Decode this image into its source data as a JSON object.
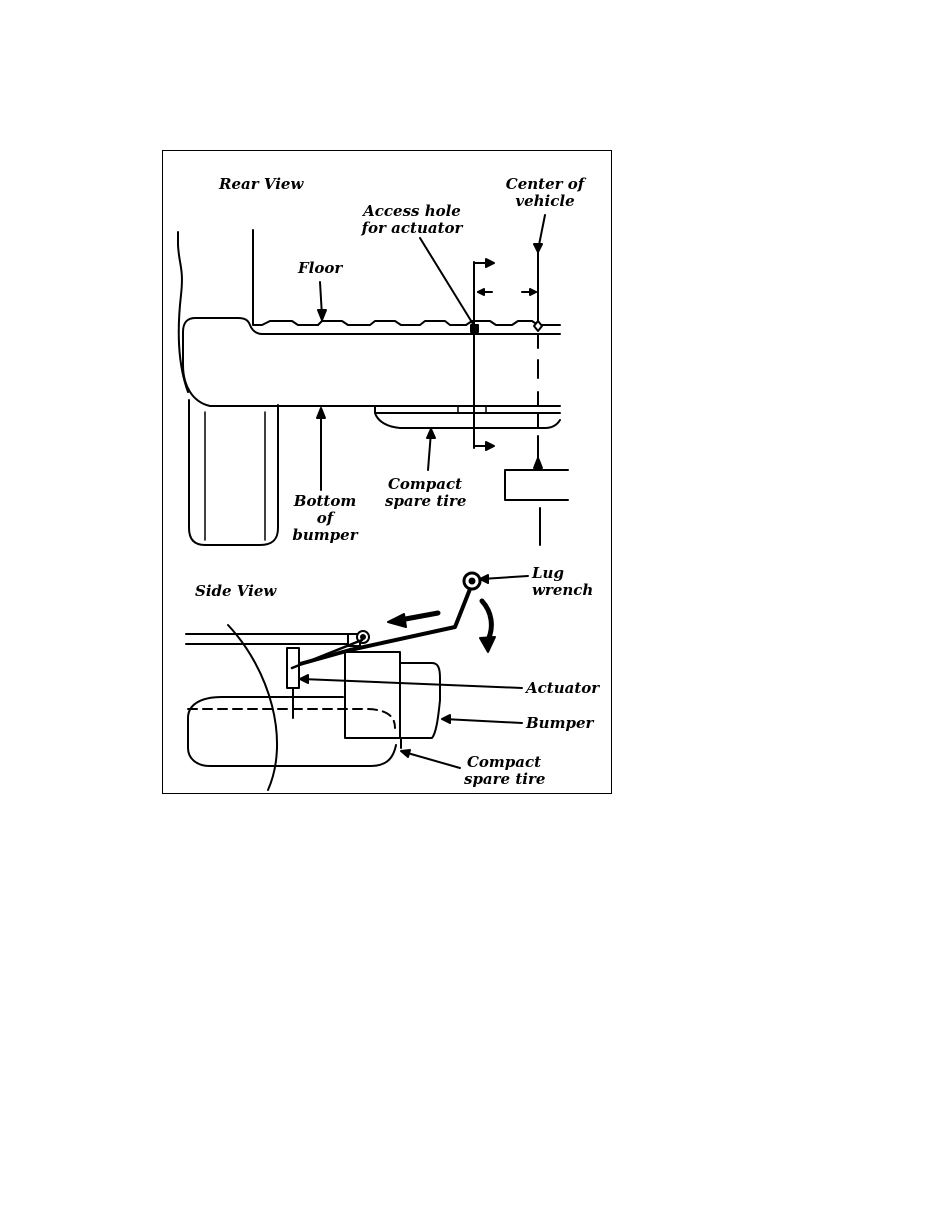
{
  "rear_view": {
    "title": "Rear View",
    "labels": {
      "center_of_vehicle": [
        "Center of",
        "vehicle"
      ],
      "access_hole": [
        "Access hole",
        "for actuator"
      ],
      "floor": "Floor",
      "compact_spare_tire": [
        "Compact",
        "spare tire"
      ],
      "bottom_of_bumper": [
        "Bottom",
        "of",
        "bumper"
      ]
    }
  },
  "side_view": {
    "title": "Side View",
    "labels": {
      "lug_wrench": [
        "Lug",
        "wrench"
      ],
      "actuator": "Actuator",
      "bumper": "Bumper",
      "compact_spare_tire": [
        "Compact",
        "spare tire"
      ]
    }
  },
  "colors": {
    "ink": "#000000",
    "background": "#ffffff"
  }
}
